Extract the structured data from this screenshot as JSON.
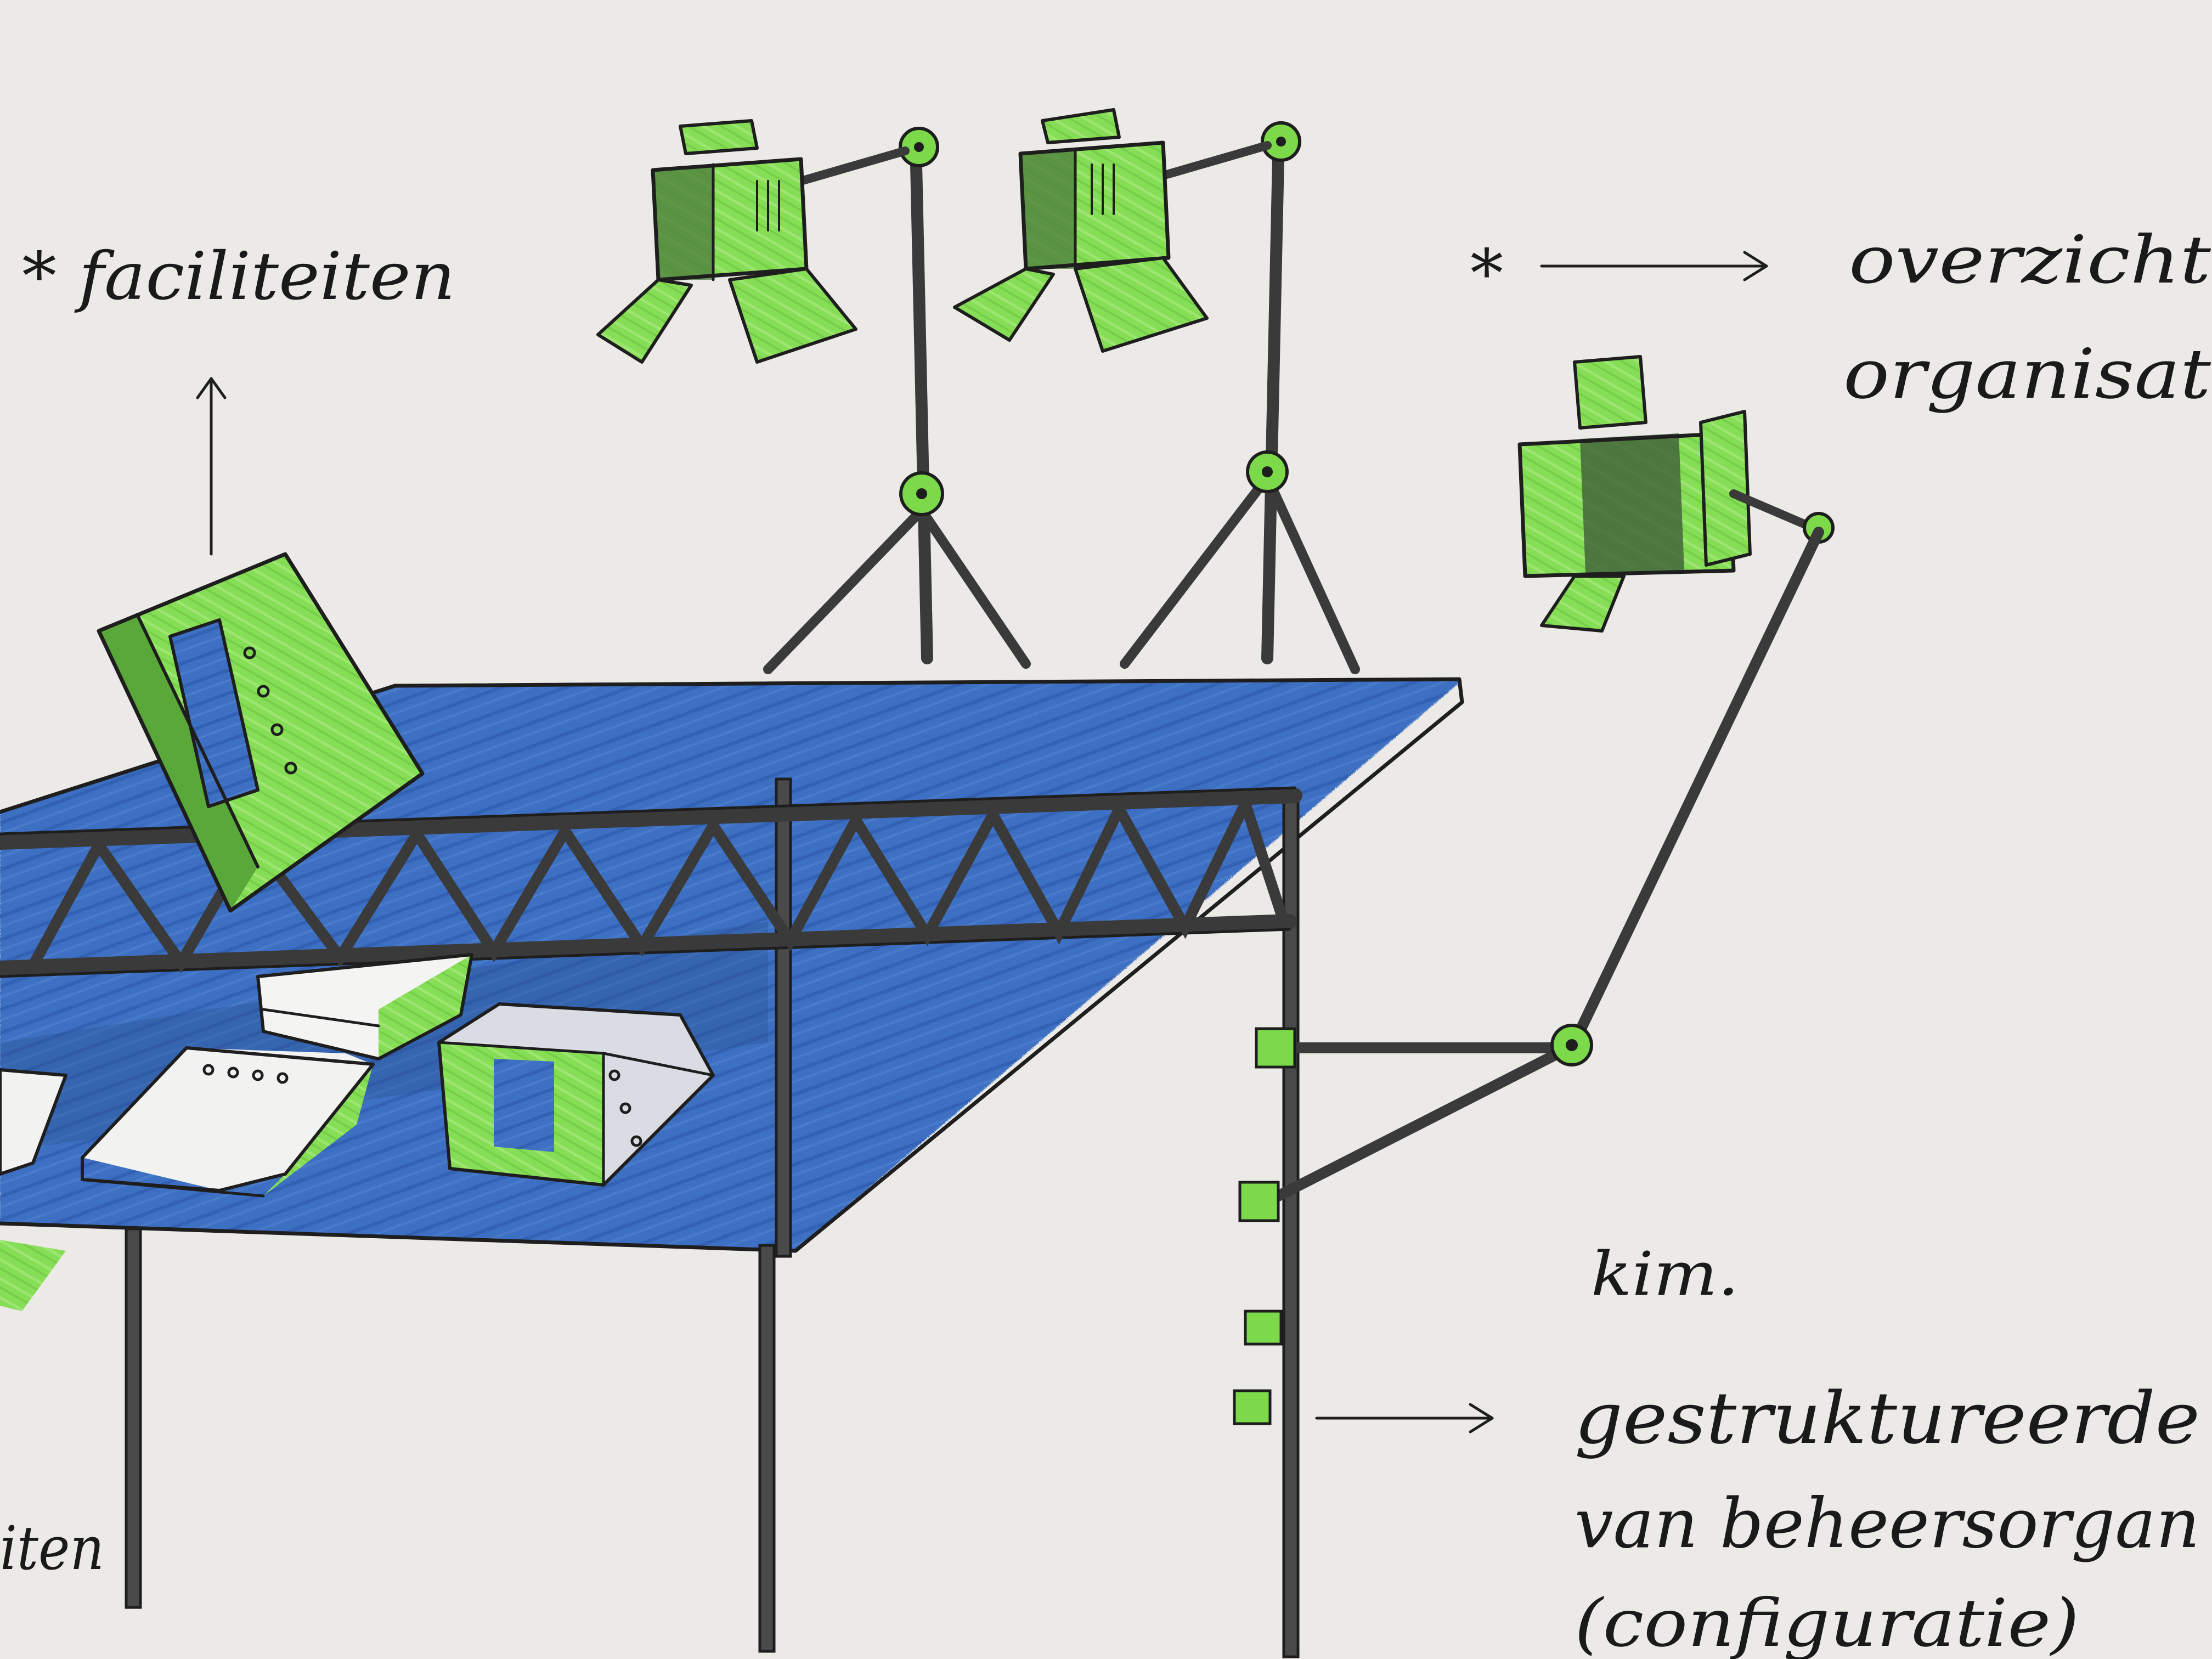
{
  "annotations": {
    "faciliteiten": "* faciliteiten",
    "overzicht": "overzicht",
    "organisat": "organisat",
    "kim": "kim.",
    "gestruktureerde": "gestruktureerde",
    "beheersorgan": "van beheersorgan",
    "configuratie": "(configuratie)",
    "fragment_left": "iten",
    "star": "*"
  },
  "colors": {
    "paper": "#eceae6",
    "green": "#7bd94a",
    "green_dark": "#4a8a30",
    "blue": "#3d6fc2",
    "blue_dark": "#27509a",
    "ink": "#1e1e1e",
    "pipe": "#3a3a3a",
    "grey_box": "#d9dde3"
  }
}
